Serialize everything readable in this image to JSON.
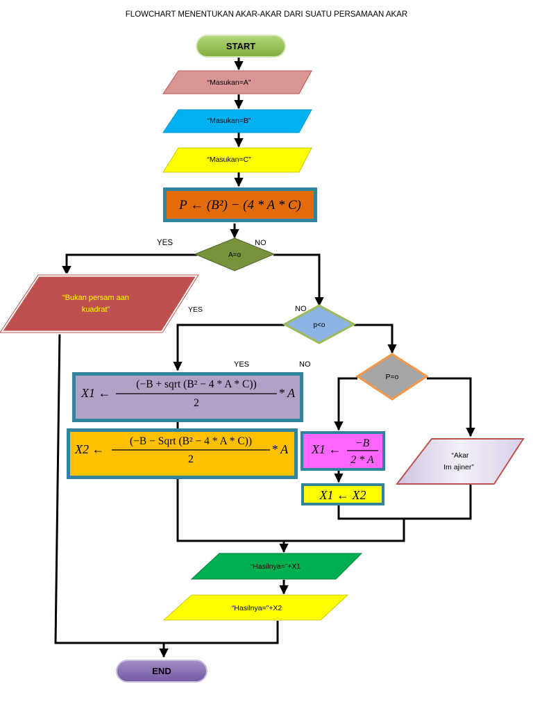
{
  "title": "FLOWCHART MENENTUKAN AKAR-AKAR DARI SUATU PERSAMAAN AKAR",
  "nodes": {
    "start": "START",
    "input_a": "“Masukan=A”",
    "input_b": "“Masukan=B”",
    "input_c": "“Masukan=C”",
    "process_p": "P ← (B²) − (4 * A * C)",
    "decision_a": "A=o",
    "not_quadratic_line1": "“Bukan persam aan",
    "not_quadratic_line2": "kuadrat”",
    "decision_p_neg": "p<o",
    "x1_formula_lhs": "X1 ←",
    "x1_formula_num": "(−B + sqrt   (B² − 4 * A * C))",
    "x1_formula_den": "2",
    "x1_formula_rhs": "* A",
    "x2_formula_lhs": "X2 ←",
    "x2_formula_num": "(−B − Sqrt  (B² − 4 * A * C))",
    "x2_formula_den": "2",
    "x2_formula_rhs": "* A",
    "decision_p_zero": "P=o",
    "x1_single_lhs": "X1 ←",
    "x1_single_num": "−B",
    "x1_single_den": "2 * A",
    "x1_eq_x2": "X1 ← X2",
    "imaginary_line1": "“Akar",
    "imaginary_line2": "Im ajiner”",
    "output_x1": "“Hasilnya=”+X1",
    "output_x2": "“Hasilnya=”+X2",
    "end": "END"
  },
  "edge_labels": {
    "a_yes": "YES",
    "a_no": "NO",
    "pneg_yes": "YES",
    "pneg_no": "NO",
    "pzero_yes": "YES",
    "pzero_no": "NO"
  },
  "colors": {
    "start_fill": "#92c050",
    "input_a_fill": "#d99594",
    "input_b_fill": "#00b0f0",
    "input_c_fill": "#ffff00",
    "process_p_fill": "#e36c0a",
    "process_p_border": "#31849b",
    "decision_a_fill": "#77933c",
    "not_quadratic_fill": "#c0504d",
    "decision_p_neg_fill": "#8db3e2",
    "x1_formula_fill": "#b2a1c7",
    "x2_formula_fill": "#ffc000",
    "decision_p_zero_fill": "#a6a6a6",
    "decision_p_zero_border": "#f79646",
    "x1_single_fill": "#ff66ff",
    "x1_eq_x2_fill": "#ffff00",
    "imaginary_fill": "#e5dfec",
    "output_x1_fill": "#00b050",
    "output_x2_fill": "#ffff00",
    "end_fill": "#8064a2"
  }
}
